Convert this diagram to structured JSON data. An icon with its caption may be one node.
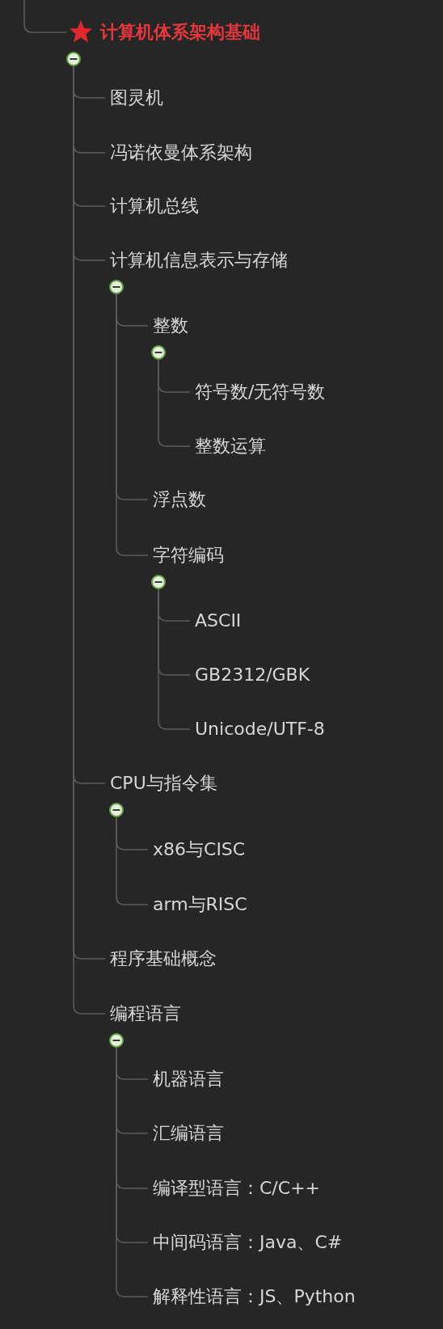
{
  "diagram": {
    "nodes": [
      {
        "text": [
          "计算机体系架构基础"
        ]
      },
      {
        "text": [
          "图灵机"
        ]
      },
      {
        "text": [
          "冯诺依曼体系架构"
        ]
      },
      {
        "text": [
          "计算机总线"
        ]
      },
      {
        "text": [
          "计算机信息表示与存储"
        ]
      },
      {
        "text": [
          "整数"
        ]
      },
      {
        "text": [
          "符号数/无符号数"
        ]
      },
      {
        "text": [
          "整数运算"
        ]
      },
      {
        "text": [
          "浮点数"
        ]
      },
      {
        "text": [
          "字符编码"
        ]
      },
      {
        "text": [
          "ASCII"
        ]
      },
      {
        "text": [
          "GB2312/GBK"
        ]
      },
      {
        "text": [
          "Unicode/UTF-8"
        ]
      },
      {
        "text": [
          "CPU与指令集"
        ]
      },
      {
        "text": [
          "x86与CISC"
        ]
      },
      {
        "text": [
          "arm与RISC"
        ]
      },
      {
        "text": [
          "程序基础概念"
        ]
      },
      {
        "text": [
          "编程语言"
        ]
      },
      {
        "text": [
          "机器语言"
        ]
      },
      {
        "text": [
          "汇编语言"
        ]
      },
      {
        "text": [
          "编译型语言：C/C++"
        ]
      },
      {
        "text": [
          "中间码语言：Java、C#"
        ]
      },
      {
        "text": [
          "解释性语言：JS、Python"
        ]
      }
    ],
    "edges": [
      {
        "from": null,
        "to": 0,
        "arrow": "none"
      },
      {
        "from": 0,
        "to": 1,
        "arrow": "none"
      },
      {
        "from": 0,
        "to": 2,
        "arrow": "none"
      },
      {
        "from": 0,
        "to": 3,
        "arrow": "none"
      },
      {
        "from": 0,
        "to": 4,
        "arrow": "none"
      },
      {
        "from": 4,
        "to": 5,
        "arrow": "none"
      },
      {
        "from": 5,
        "to": 6,
        "arrow": "none"
      },
      {
        "from": 5,
        "to": 7,
        "arrow": "none"
      },
      {
        "from": 4,
        "to": 8,
        "arrow": "none"
      },
      {
        "from": 4,
        "to": 9,
        "arrow": "none"
      },
      {
        "from": 9,
        "to": 10,
        "arrow": "none"
      },
      {
        "from": 9,
        "to": 11,
        "arrow": "none"
      },
      {
        "from": 9,
        "to": 12,
        "arrow": "none"
      },
      {
        "from": 0,
        "to": 13,
        "arrow": "none"
      },
      {
        "from": 13,
        "to": 14,
        "arrow": "none"
      },
      {
        "from": 13,
        "to": 15,
        "arrow": "none"
      },
      {
        "from": 0,
        "to": 16,
        "arrow": "none"
      },
      {
        "from": 0,
        "to": 17,
        "arrow": "none"
      },
      {
        "from": 17,
        "to": 18,
        "arrow": "none"
      },
      {
        "from": 17,
        "to": 19,
        "arrow": "none"
      },
      {
        "from": 17,
        "to": 20,
        "arrow": "none"
      },
      {
        "from": 17,
        "to": 21,
        "arrow": "none"
      },
      {
        "from": 17,
        "to": 22,
        "arrow": "none"
      }
    ]
  }
}
